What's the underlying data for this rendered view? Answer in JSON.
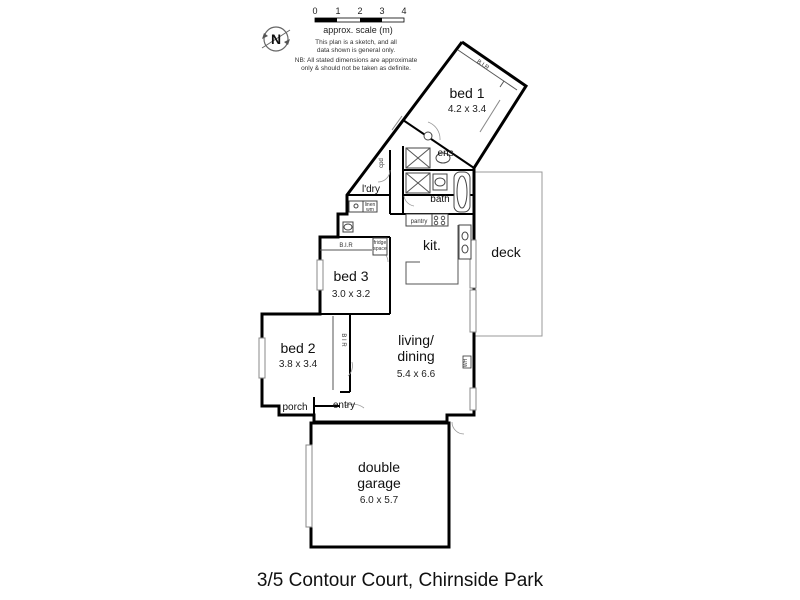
{
  "address": "3/5 Contour Court, Chirnside Park",
  "legend": {
    "north_label": "N",
    "scale_ticks": [
      "0",
      "1",
      "2",
      "3",
      "4"
    ],
    "scale_title": "approx. scale (m)",
    "note_lines": [
      "This plan is a sketch, and all",
      "data shown is general only.",
      "NB: All stated dimensions are approximate",
      "only & should not be taken as definite."
    ]
  },
  "rooms": {
    "bed1": {
      "name": "bed 1",
      "dim": "4.2 x 3.4"
    },
    "bed2": {
      "name": "bed 2",
      "dim": "3.8 x 3.4"
    },
    "bed3": {
      "name": "bed 3",
      "dim": "3.0 x 3.2"
    },
    "living": {
      "name_line1": "living/",
      "name_line2": "dining",
      "dim": "5.4 x 6.6"
    },
    "garage": {
      "name_line1": "double",
      "name_line2": "garage",
      "dim": "6.0 x 5.7"
    },
    "kitchen": {
      "name": "kit."
    },
    "deck": {
      "name": "deck"
    },
    "bath": {
      "name": "bath"
    },
    "ensuite": {
      "name": "ens."
    },
    "laundry": {
      "name": "l'dry"
    },
    "entry": {
      "name": "entry"
    },
    "porch": {
      "name": "porch"
    },
    "pantry": {
      "name": "pantry"
    }
  },
  "small_labels": {
    "bir_bed1": "B.I.R",
    "bir_bed3": "B.I.R",
    "bir_bed2": "B I R",
    "cpd": "cpd",
    "linen": "linen",
    "wm": "wm",
    "fridge": "fridge",
    "space": "space",
    "wh": "WH"
  }
}
